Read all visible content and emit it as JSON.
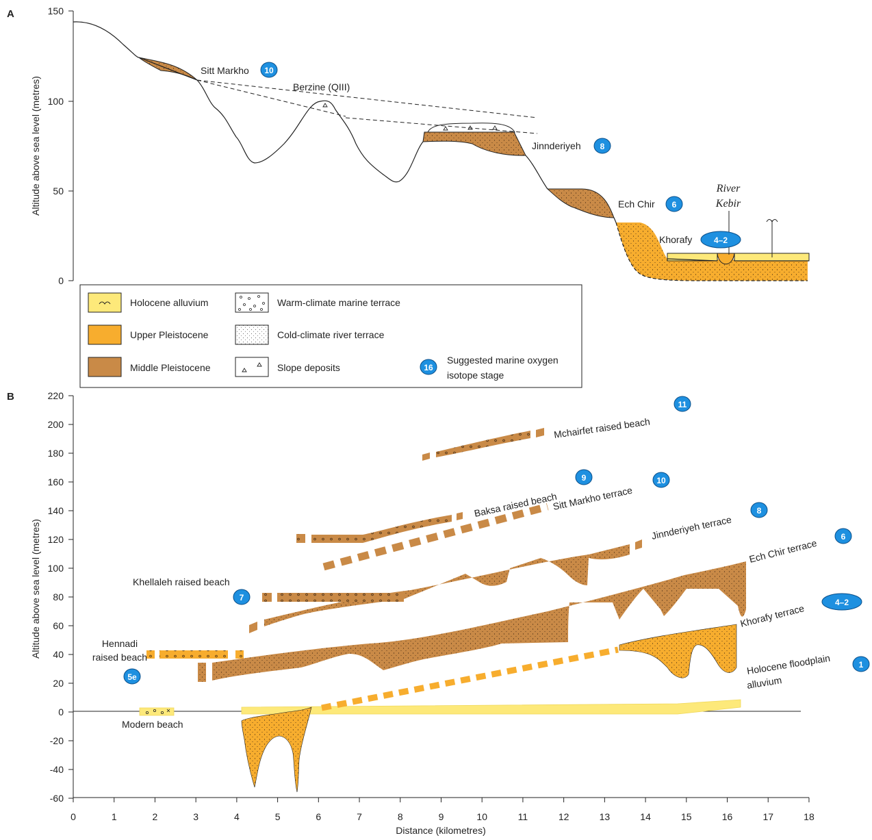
{
  "colors": {
    "holocene": "#fde97a",
    "upper": "#f7ad2e",
    "middle": "#c98a47",
    "badge": "#1e90e0",
    "ink": "#222222"
  },
  "panel_a": {
    "label": "A",
    "ylabel": "Altitude above sea level (metres)",
    "yticks": [
      "0",
      "50",
      "100",
      "150"
    ],
    "sites": {
      "sitt_markho": "Sitt Markho",
      "berzine": "Berzine (QIII)",
      "jinnderiyeh": "Jinnderiyeh",
      "ech_chir": "Ech Chir",
      "khorafy": "Khorafy",
      "river_1": "River",
      "river_2": "Kebir"
    },
    "badges": {
      "sitt_markho": "10",
      "jinnderiyeh": "8",
      "ech_chir": "6",
      "khorafy": "4–2"
    }
  },
  "legend": {
    "holocene": "Holocene alluvium",
    "upper": "Upper Pleistocene",
    "middle": "Middle Pleistocene",
    "warm": "Warm-climate marine terrace",
    "cold": "Cold-climate river terrace",
    "slope": "Slope  deposits",
    "isotope_1": "Suggested marine oxygen",
    "isotope_2": "isotope stage",
    "isotope_badge": "16"
  },
  "panel_b": {
    "label": "B",
    "ylabel": "Altitude above sea level (metres)",
    "xlabel": "Distance (kilometres)",
    "xticks": [
      "0",
      "1",
      "2",
      "3",
      "4",
      "5",
      "6",
      "7",
      "8",
      "9",
      "10",
      "11",
      "12",
      "13",
      "14",
      "15",
      "16",
      "17",
      "18"
    ],
    "yticks": [
      "220",
      "200",
      "180",
      "160",
      "140",
      "120",
      "100",
      "80",
      "60",
      "40",
      "20",
      "0",
      "-20",
      "-40",
      "-60"
    ],
    "features": {
      "mchairfet": "Mchairfet raised beach",
      "baksa": "Baksa raised beach",
      "sitt": "Sitt Markho terrace",
      "jinn": "Jinnderiyeh terrace",
      "echchir": "Ech Chir terrace",
      "khellaleh": "Khellaleh raised beach",
      "hennadi_1": "Hennadi",
      "hennadi_2": "raised beach",
      "khorafy": "Khorafy terrace",
      "holo_1": "Holocene floodplain",
      "holo_2": "alluvium",
      "modern": "Modern beach"
    },
    "badges": {
      "mchairfet": "11",
      "baksa": "9",
      "sitt": "10",
      "jinn": "8",
      "echchir": "6",
      "khellaleh": "7",
      "hennadi": "5e",
      "khorafy": "4–2",
      "holo": "1"
    }
  }
}
